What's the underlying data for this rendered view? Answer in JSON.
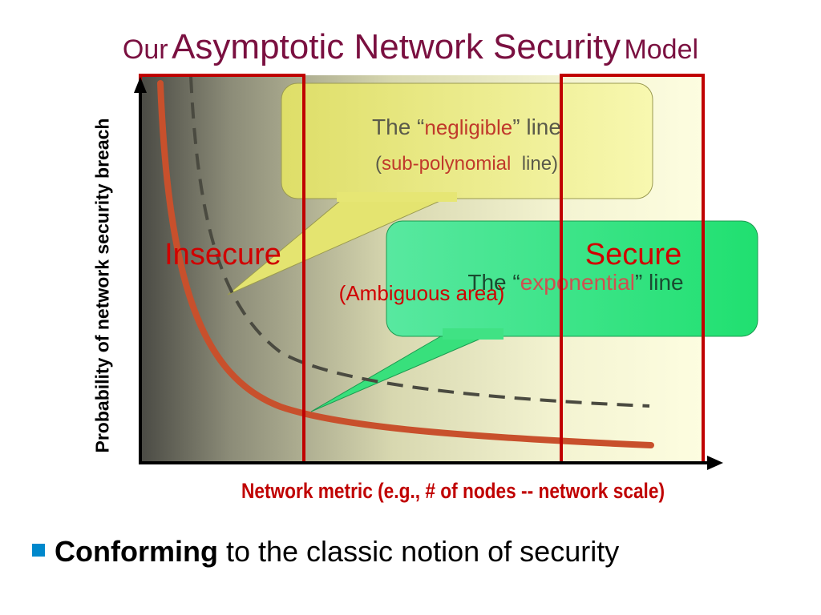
{
  "title": {
    "prefix": "Our",
    "main": "Asymptotic Network Security",
    "suffix": "Model"
  },
  "y_axis_label": "Probability of network security breach",
  "x_axis_label": "Network metric (e.g., # of nodes -- network scale)",
  "regions": {
    "insecure": "Insecure",
    "secure": "Secure",
    "ambiguous": "(Ambiguous area)"
  },
  "callouts": {
    "negligible": {
      "line1_pre": "The “",
      "line1_emph": "negligible",
      "line1_post": "” line",
      "line2_pre": "(",
      "line2_emph": "sub-polynomial",
      "line2_post": "  line)"
    },
    "exponential": {
      "pre": "The “",
      "emph": "exponential",
      "post": "” line"
    }
  },
  "bullet": {
    "bold": "Conforming",
    "rest": " to the classic notion of security"
  },
  "colors": {
    "title": "#7a1040",
    "region_border": "#c00000",
    "axis_label": "#c00000",
    "exponential_curve": "#c8502c",
    "negligible_curve": "#444444",
    "yellow_callout": "#e8e870",
    "green_callout": "#40e880",
    "bullet_square": "#0088cc"
  }
}
